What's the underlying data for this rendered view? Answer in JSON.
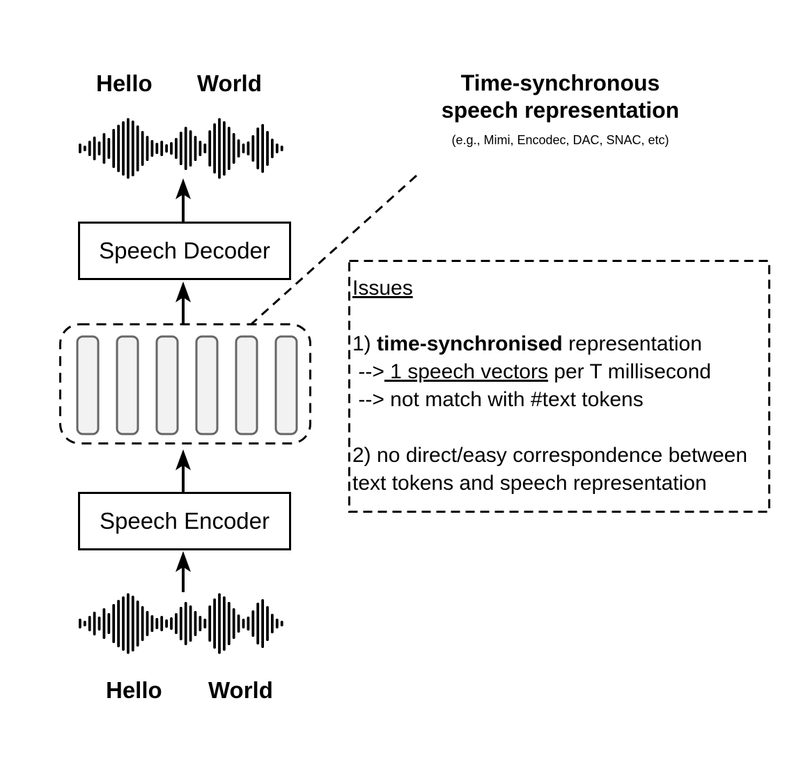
{
  "palette": {
    "ink": "#000000",
    "background": "#ffffff",
    "vector_fill": "#f2f2f2",
    "vector_stroke": "#666666"
  },
  "pipeline": {
    "output_text": {
      "word1": "Hello",
      "word2": "World"
    },
    "decoder_label": "Speech Decoder",
    "representation": {
      "vector_count": 6
    },
    "encoder_label": "Speech Encoder",
    "input_text": {
      "word1": "Hello",
      "word2": "World"
    }
  },
  "annotation": {
    "title_line1": "Time-synchronous",
    "title_line2": "speech representation",
    "subtitle": "(e.g., Mimi, Encodec, DAC, SNAC, etc)"
  },
  "issues": {
    "heading": "Issues",
    "item1_prefix": "1) ",
    "item1_bold": "time-synchronised",
    "item1_suffix": " representation",
    "item1_sub1_prefix": " -->",
    "item1_sub1_underline": " 1 speech vectors",
    "item1_sub1_suffix": " per T millisecond",
    "item1_sub2": " --> not match with #text tokens",
    "item2_line1": "2) no direct/easy correspondence between",
    "item2_line2": "text tokens and speech representation"
  },
  "icons": {
    "waveform": "audio-waveform-icon",
    "arrow": "up-arrow-icon"
  }
}
